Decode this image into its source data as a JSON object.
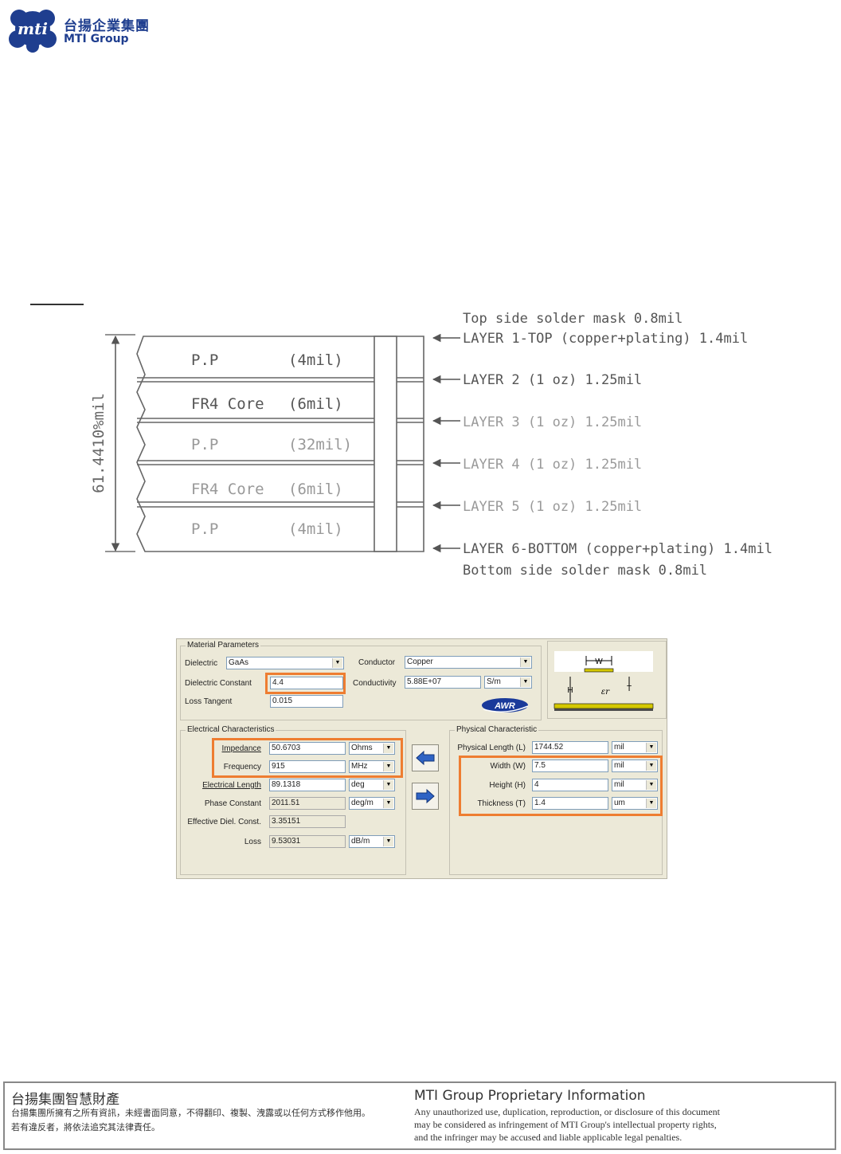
{
  "header": {
    "brand_zh": "台揚企業集團",
    "brand_en": "MTI Group",
    "logo_text": "mti"
  },
  "stackup": {
    "total_thickness_label": "61.4410%mil",
    "layers": [
      {
        "name": "P.P",
        "thickness": "(4mil)"
      },
      {
        "name": "FR4 Core",
        "thickness": "(6mil)"
      },
      {
        "name": "P.P",
        "thickness": "(32mil)"
      },
      {
        "name": "FR4 Core",
        "thickness": "(6mil)"
      },
      {
        "name": "P.P",
        "thickness": "(4mil)"
      }
    ],
    "annotations": [
      "Top side solder mask 0.8mil",
      "LAYER 1-TOP (copper+plating) 1.4mil",
      "LAYER 2 (1 oz) 1.25mil",
      "LAYER 3 (1 oz) 1.25mil",
      "LAYER 4 (1 oz) 1.25mil",
      "LAYER 5 (1 oz) 1.25mil",
      "LAYER 6-BOTTOM (copper+plating) 1.4mil",
      "Bottom side solder mask 0.8mil"
    ]
  },
  "calculator": {
    "material": {
      "title": "Material Parameters",
      "dielectric_label": "Dielectric",
      "dielectric_value": "GaAs",
      "dielectric_constant_label": "Dielectric Constant",
      "dielectric_constant_value": "4.4",
      "loss_tangent_label": "Loss Tangent",
      "loss_tangent_value": "0.015",
      "conductor_label": "Conductor",
      "conductor_value": "Copper",
      "conductivity_label": "Conductivity",
      "conductivity_value": "5.88E+07",
      "conductivity_unit": "S/m",
      "awr_logo": "AWR"
    },
    "geometry": {
      "w_label": "W",
      "h_label": "H",
      "t_label": "T",
      "er_label": "εr"
    },
    "electrical": {
      "title": "Electrical Characteristics",
      "rows": [
        {
          "label": "Impedance",
          "value": "50.6703",
          "unit": "Ohms"
        },
        {
          "label": "Frequency",
          "value": "915",
          "unit": "MHz"
        },
        {
          "label": "Electrical Length",
          "value": "89.1318",
          "unit": "deg"
        },
        {
          "label": "Phase Constant",
          "value": "2011.51",
          "unit": "deg/m"
        },
        {
          "label": "Effective Diel. Const.",
          "value": "3.35151",
          "unit": ""
        },
        {
          "label": "Loss",
          "value": "9.53031",
          "unit": "dB/m"
        }
      ]
    },
    "physical": {
      "title": "Physical Characteristic",
      "rows": [
        {
          "label": "Physical Length (L)",
          "value": "1744.52",
          "unit": "mil"
        },
        {
          "label": "Width (W)",
          "value": "7.5",
          "unit": "mil"
        },
        {
          "label": "Height (H)",
          "value": "4",
          "unit": "mil"
        },
        {
          "label": "Thickness (T)",
          "value": "1.4",
          "unit": "um"
        }
      ]
    },
    "highlight_color": "#ee7d31"
  },
  "footer": {
    "zh_title": "台揚集團智慧財產",
    "zh_body_line1": "台揚集團所擁有之所有資訊，未經書面同意，不得翻印、複製、洩露或以任何方式移作他用。",
    "zh_body_line2": "若有違反者，將依法追究其法律責任。",
    "en_title": "MTI Group Proprietary Information",
    "en_body_line1": "Any unauthorized use, duplication, reproduction, or disclosure of this document",
    "en_body_line2": "may be considered as infringement of MTI Group's intellectual property rights,",
    "en_body_line3": "and the infringer may be accused and liable applicable legal penalties."
  }
}
